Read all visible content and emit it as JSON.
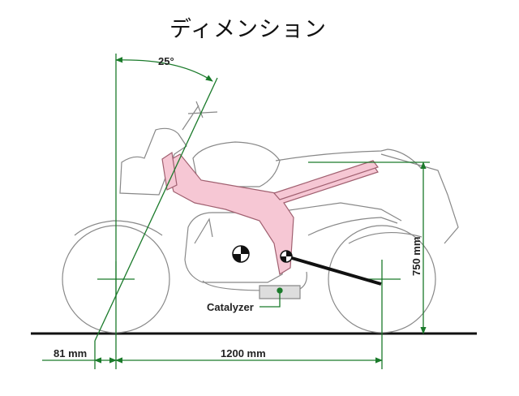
{
  "title": "ディメンション",
  "dimensions": {
    "rake_angle": "25°",
    "trail": "81 mm",
    "wheelbase": "1200 mm",
    "seat_height": "750 mm"
  },
  "callouts": {
    "catalyzer": "Catalyzer"
  },
  "colors": {
    "dimension_line": "#1a7a2a",
    "frame_fill": "#f6c7d4",
    "frame_stroke": "#a06070",
    "outline": "#777777",
    "ground": "#111111"
  }
}
